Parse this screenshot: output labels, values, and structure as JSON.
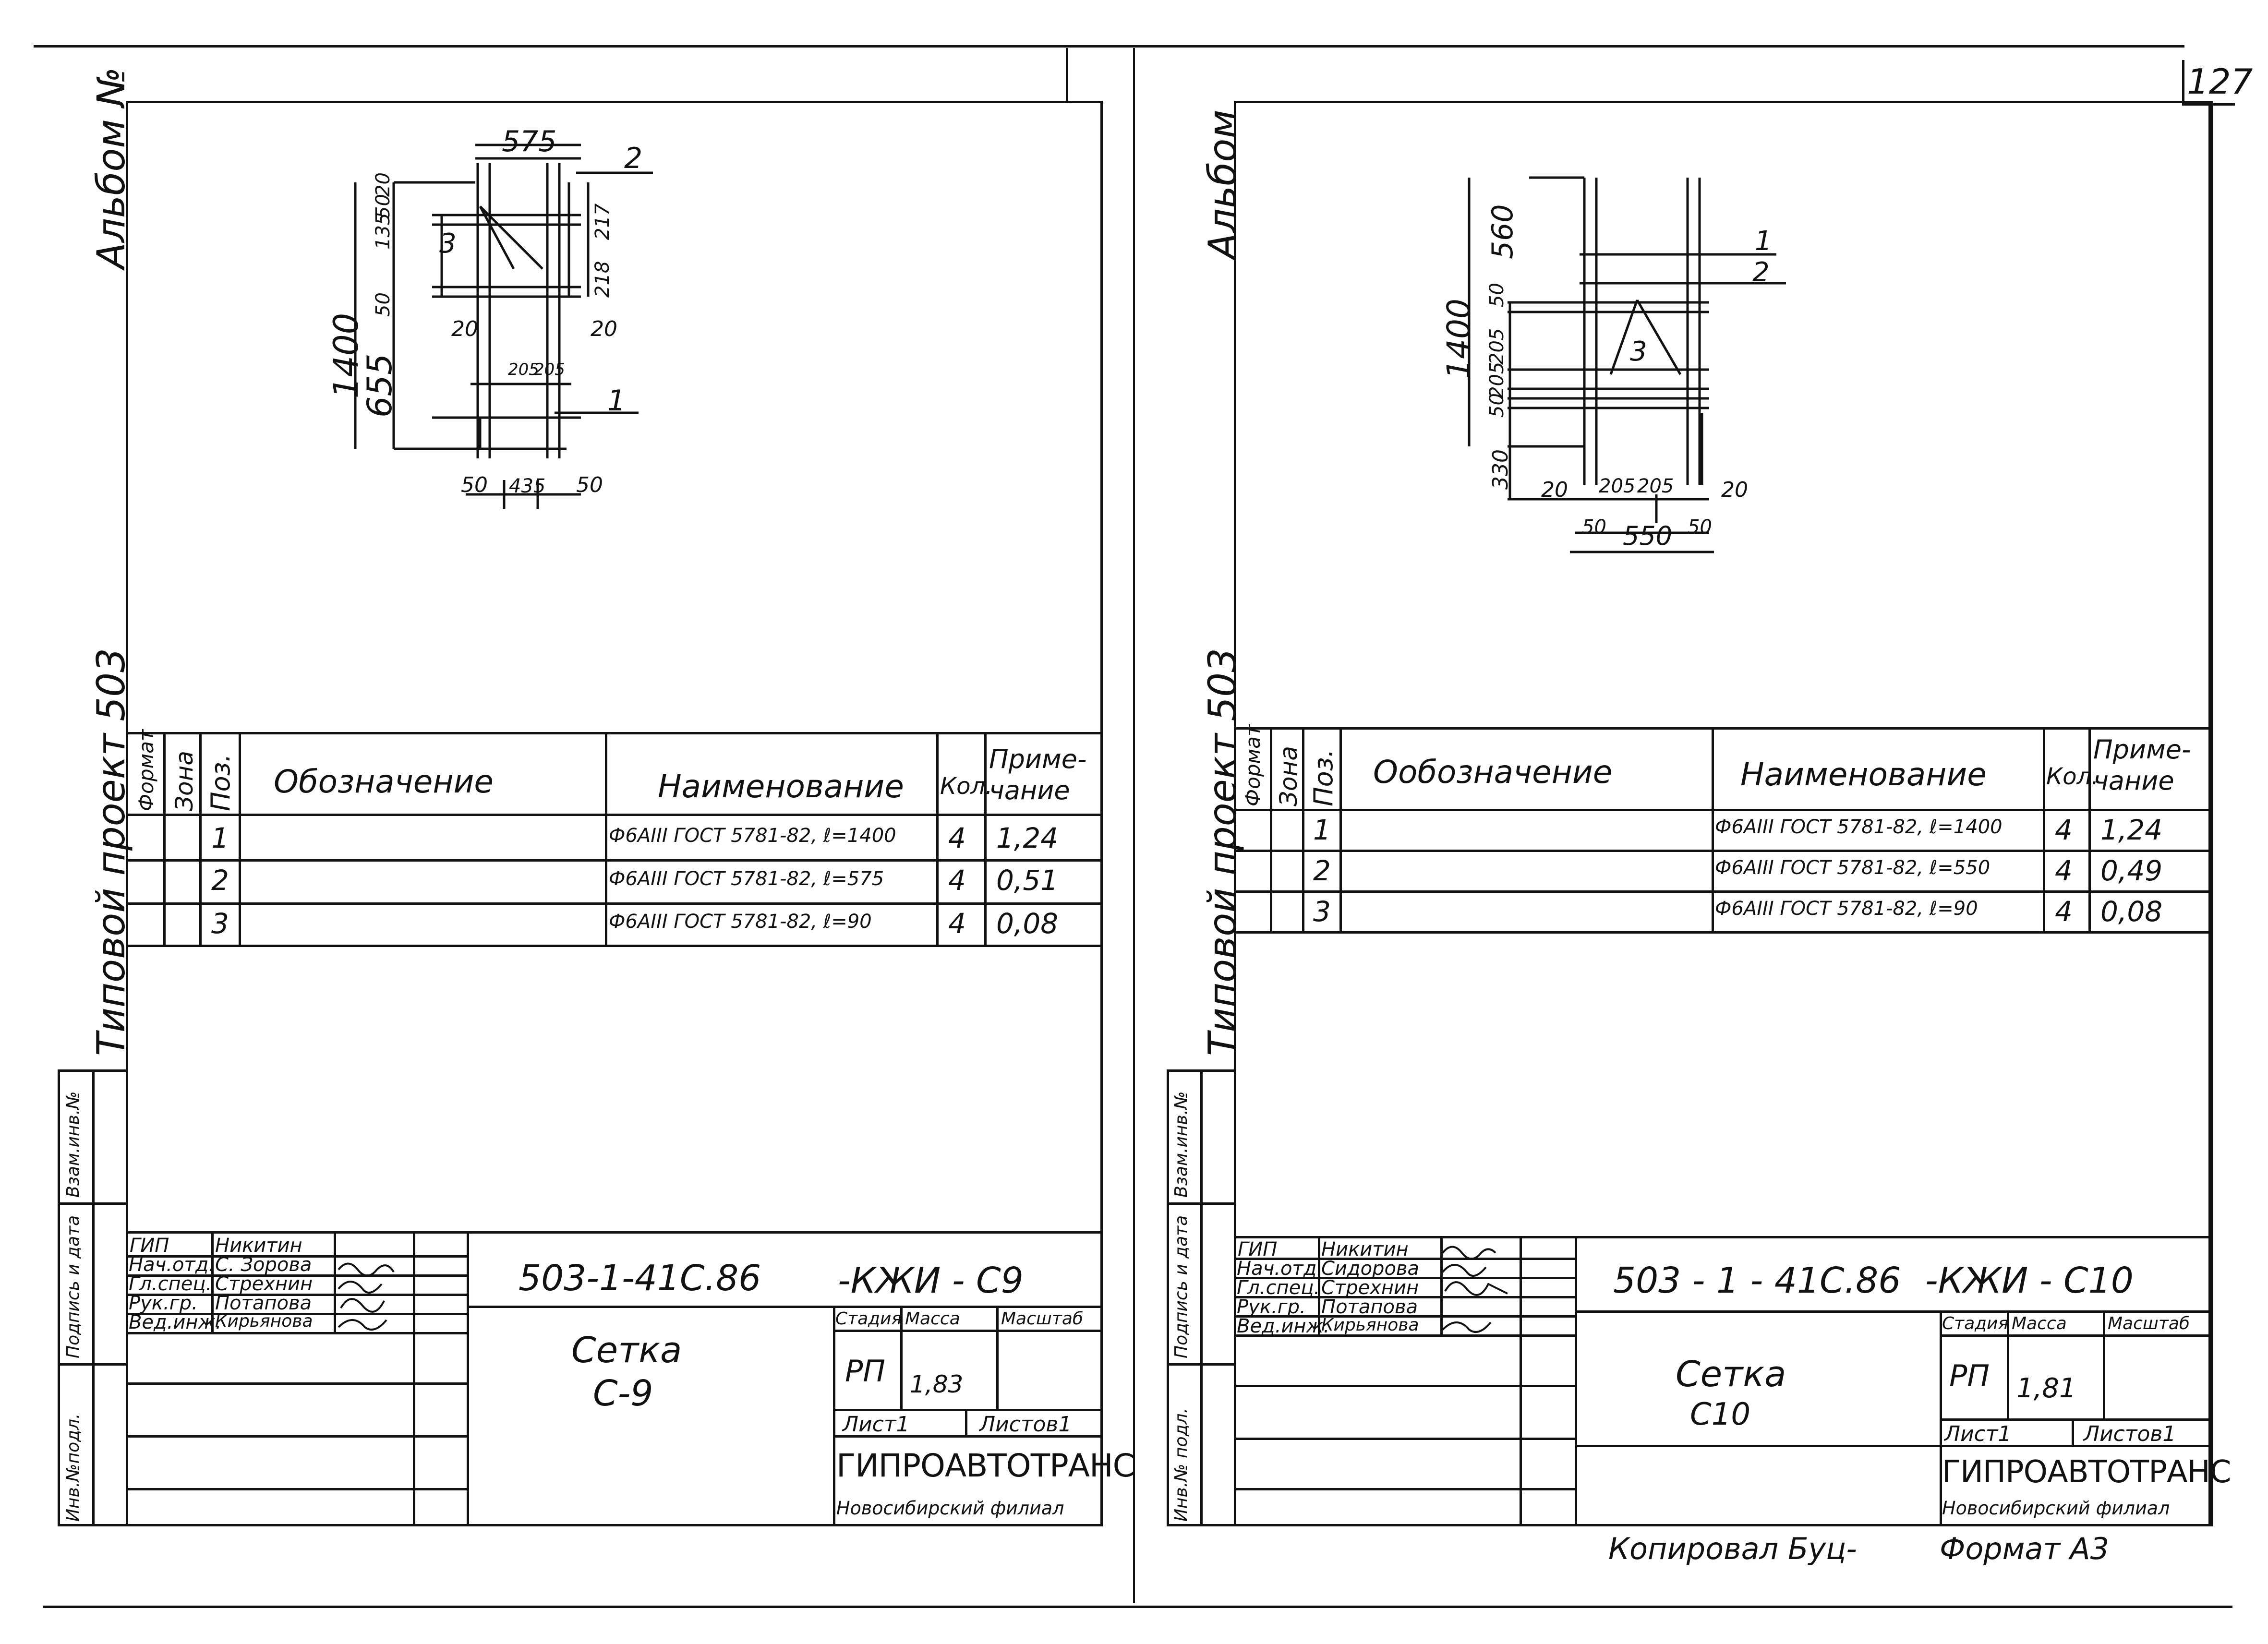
{
  "page_number": "127",
  "bottom_notes": {
    "copied": "Копировал Буц-",
    "format": "Формат А3"
  },
  "sheets": [
    {
      "side_album": "Альбом №",
      "side_project": "Типовой проект 503",
      "side_stamp": [
        "Инв.№подл.",
        "Подпись и дата",
        "Взам.инв.№"
      ],
      "table": {
        "headers": {
          "format": "Формат",
          "zone": "Зона",
          "pos": "Поз.",
          "designation": "Обозначение",
          "name": "Наименование",
          "qty": "Кол.",
          "note_1": "Приме-",
          "note_2": "чание"
        },
        "rows": [
          {
            "pos": "1",
            "name": "Ф6АIII ГОСТ 5781-82, ℓ=1400",
            "qty": "4",
            "note": "1,24"
          },
          {
            "pos": "2",
            "name": "Ф6АIII ГОСТ 5781-82, ℓ=575",
            "qty": "4",
            "note": "0,51"
          },
          {
            "pos": "3",
            "name": "Ф6АIII ГОСТ 5781-82, ℓ=90",
            "qty": "4",
            "note": "0,08"
          }
        ]
      },
      "drawing": {
        "top_dim": "575",
        "height_dim": "1400",
        "lower_dim": "655",
        "upper_dims": [
          "50",
          "135",
          "50",
          "20"
        ],
        "right_dims": [
          "217",
          "218"
        ],
        "inner_left": "20",
        "inner_right": "20",
        "mid_dims": [
          "205",
          "205"
        ],
        "bottom_dims": [
          "50",
          "435",
          "50"
        ],
        "labels": [
          "1",
          "2",
          "3"
        ]
      },
      "title_block": {
        "code": "503-1-41С.86",
        "suffix": "-КЖИ - С9",
        "roles": [
          "ГИП",
          "Нач.отд.",
          "Гл.спец.",
          "Рук.гр.",
          "Вед.инж."
        ],
        "names": [
          "Никитин",
          "С. Зорова",
          "Стрехнин",
          "Потапова",
          "Кирьянова"
        ],
        "title_1": "Сетка",
        "title_2": "С-9",
        "stage_label": "Стадия",
        "mass_label": "Масса",
        "scale_label": "Масштаб",
        "stage": "РП",
        "mass": "1,83",
        "sheet": "Лист1",
        "sheets": "Листов1",
        "org": "ГИПРОАВТОТРАНС",
        "branch": "Новосибирский филиал"
      }
    },
    {
      "side_album": "Альбом",
      "side_project": "Типовой проект 503",
      "side_stamp": [
        "Инв.№ подл.",
        "Подпись и дата",
        "Взам.инв.№"
      ],
      "table": {
        "headers": {
          "format": "Формат",
          "zone": "Зона",
          "pos": "Поз.",
          "designation": "Ообозначение",
          "name": "Наименование",
          "qty": "Кол.",
          "note_1": "Приме-",
          "note_2": "чание"
        },
        "rows": [
          {
            "pos": "1",
            "name": "Ф6АIII ГОСТ 5781-82, ℓ=1400",
            "qty": "4",
            "note": "1,24"
          },
          {
            "pos": "2",
            "name": "Ф6АIII ГОСТ 5781-82, ℓ=550",
            "qty": "4",
            "note": "0,49"
          },
          {
            "pos": "3",
            "name": "Ф6АIII ГОСТ 5781-82, ℓ=90",
            "qty": "4",
            "note": "0,08"
          }
        ]
      },
      "drawing": {
        "height_dim": "1400",
        "upper_dim": "560",
        "mid_dims": [
          "50",
          "205",
          "205",
          "50"
        ],
        "lower_dim": "330",
        "bottom_inner": [
          "20",
          "205",
          "205",
          "20"
        ],
        "bottom_dims": [
          "50",
          "550",
          "50"
        ],
        "labels": [
          "1",
          "2",
          "3"
        ]
      },
      "title_block": {
        "code": "503 - 1 - 41С.86",
        "suffix": "-КЖИ - С10",
        "roles": [
          "ГИП",
          "Нач.отд.",
          "Гл.спец.",
          "Рук.гр.",
          "Вед.инж."
        ],
        "names": [
          "Никитин",
          "Сидорова",
          "Стрехнин",
          "Потапова",
          "Кирьянова"
        ],
        "title_1": "Сетка",
        "title_2": "С10",
        "stage_label": "Стадия",
        "mass_label": "Масса",
        "scale_label": "Масштаб",
        "stage": "РП",
        "mass": "1,81",
        "sheet": "Лист1",
        "sheets": "Листов1",
        "org": "ГИПРОАВТОТРАНС",
        "branch": "Новосибирский филиал"
      }
    }
  ]
}
